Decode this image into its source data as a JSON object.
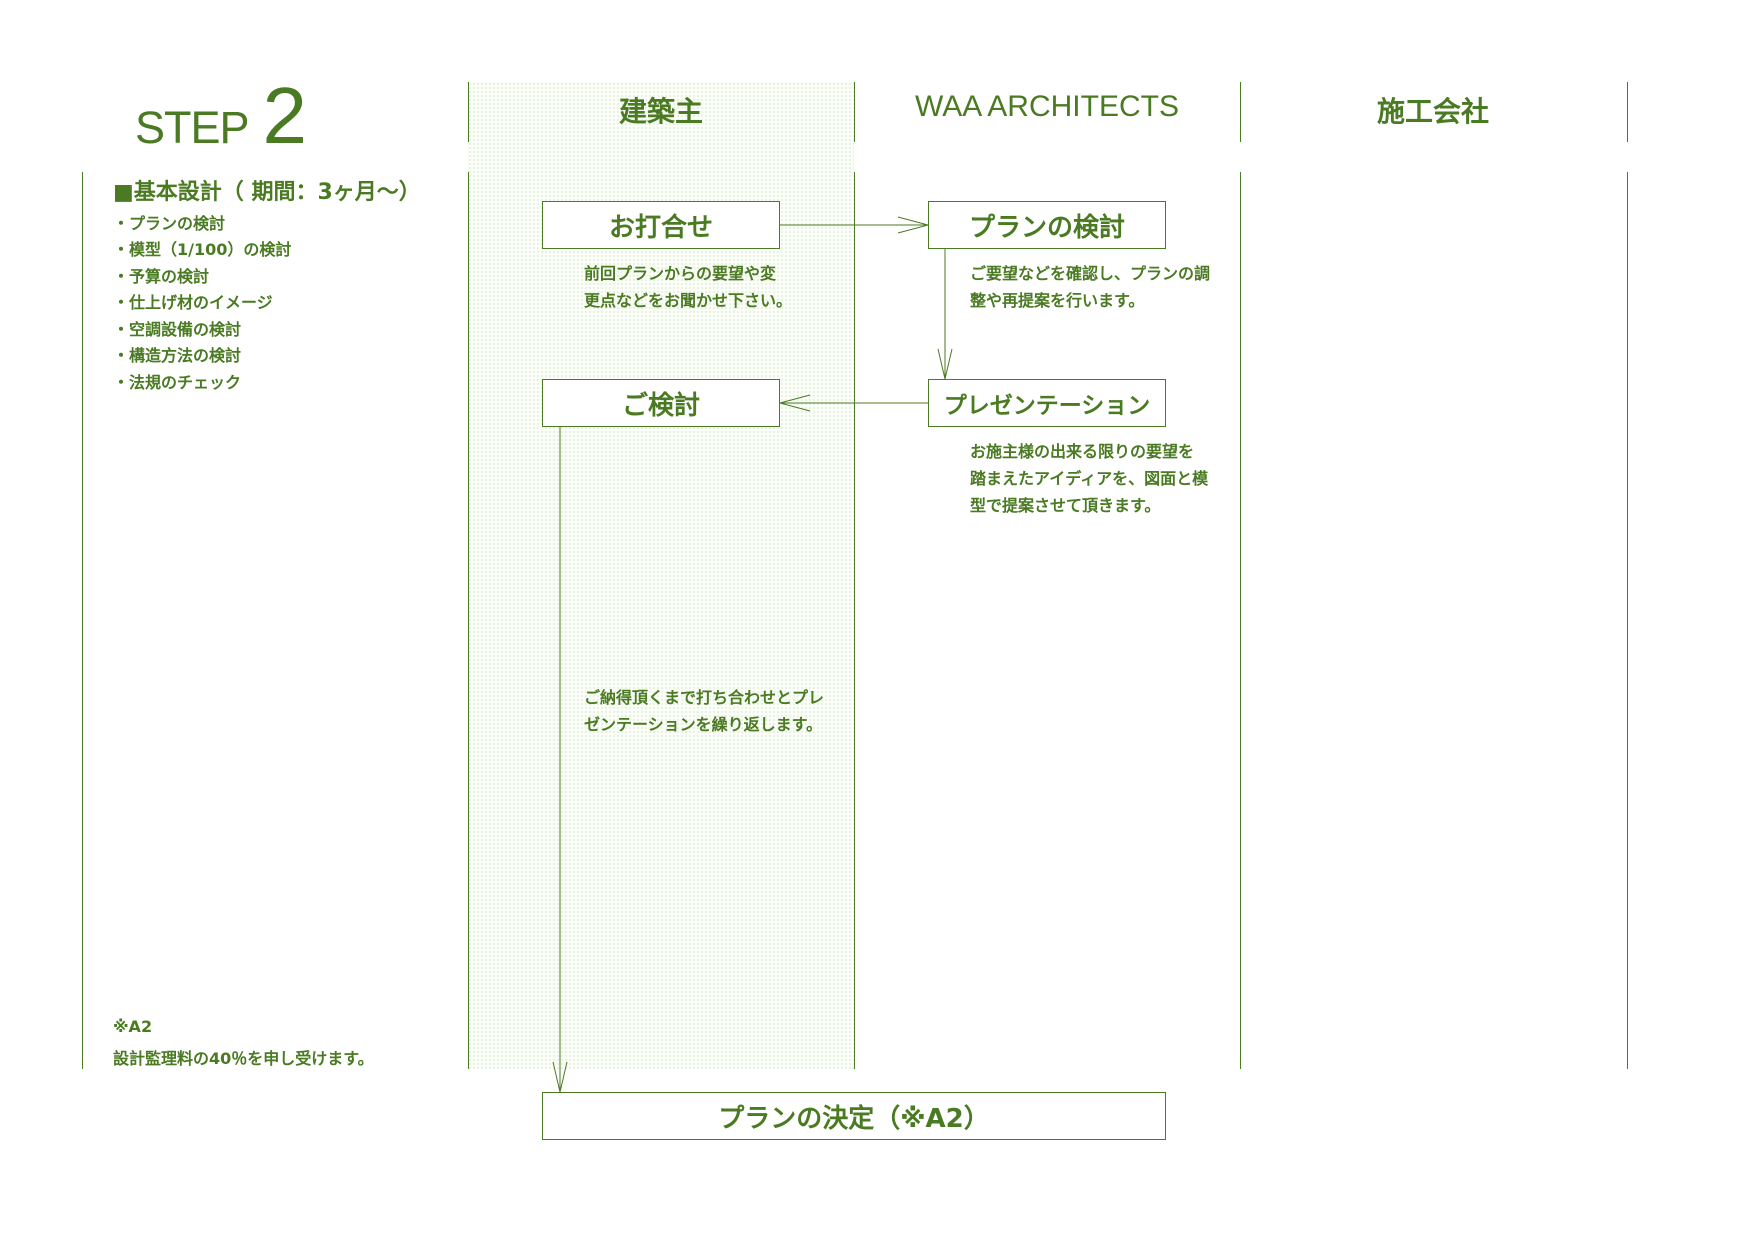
{
  "step": {
    "word": "STEP",
    "number": "2"
  },
  "columns": [
    "建築主",
    "WAA ARCHITECTS",
    "施工会社"
  ],
  "left_panel": {
    "heading": "■基本設計（ 期間：3ヶ月～）",
    "items": [
      "・プランの検討",
      "・模型（1/100）の検討",
      "・予算の検討",
      "・仕上げ材のイメージ",
      "・空調設備の検討",
      "・構造方法の検討",
      "・法規のチェック"
    ],
    "note_mark": "※A2",
    "note_text": "設計監理料の40％を申し受けます。"
  },
  "boxes": {
    "meeting": "お打合せ",
    "plan_review": "プランの検討",
    "consider": "ご検討",
    "presentation": "プレゼンテーション",
    "decision": "プランの決定（※A2）"
  },
  "descriptions": {
    "meeting": "前回プランからの要望や変\n更点などをお聞かせ下さい。",
    "plan_review": "ご要望などを確認し、プランの調\n整や再提案を行います。",
    "presentation": "お施主様の出来る限りの要望を\n踏まえたアイディアを、図面と模\n型で提案させて頂きます。",
    "loop": "ご納得頂くまで打ち合わせとプレ\nゼンテーションを繰り返します。"
  },
  "colors": {
    "accent": "#4a7a22",
    "shade": "#fbfdf8"
  }
}
